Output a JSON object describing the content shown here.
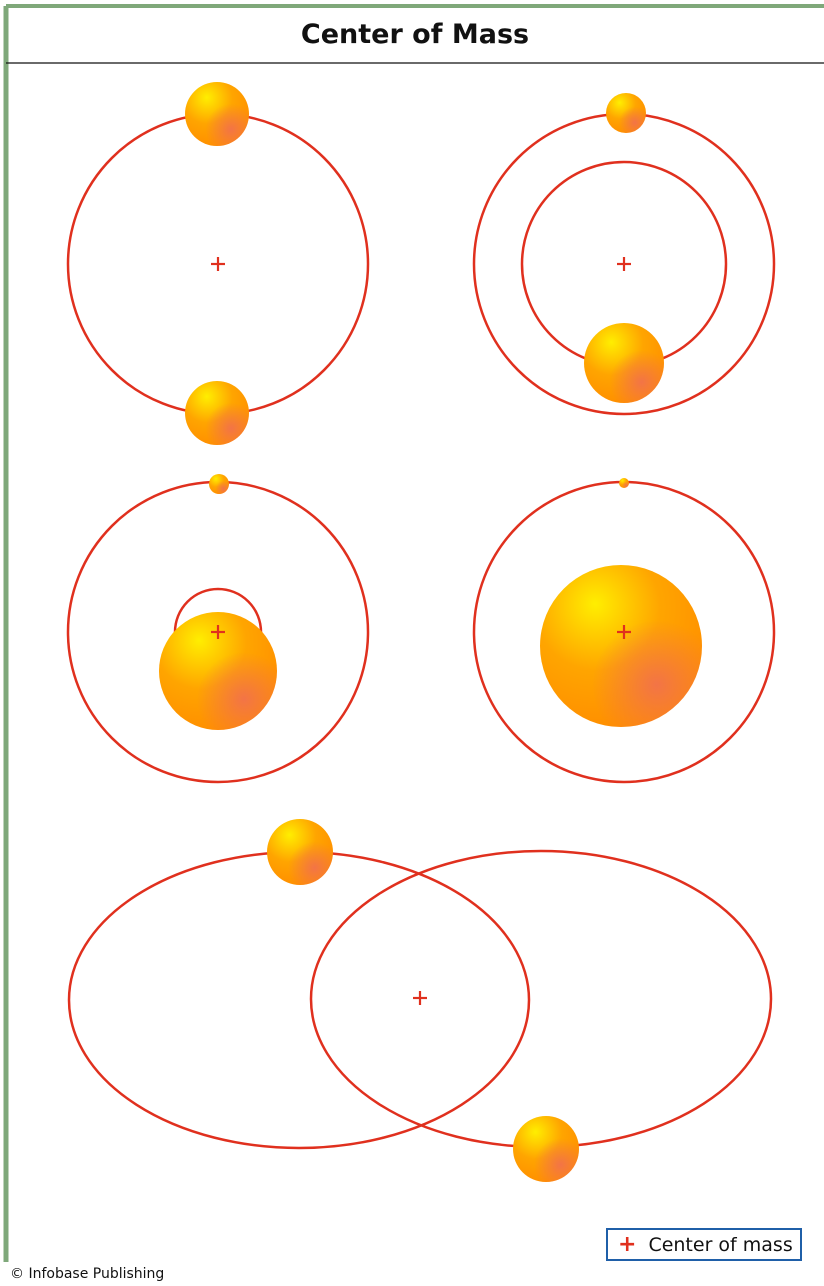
{
  "title": "Center of Mass",
  "legend": {
    "marker": "+",
    "label": "Center of mass"
  },
  "copyright": "© Infobase Publishing",
  "colors": {
    "frame": "#7fa87a",
    "orbit": "#e0301e",
    "center_marker": "#e0301e",
    "body_highlight": "#ffee00",
    "body_mid": "#ffa500",
    "body_shade": "#f2724a",
    "legend_border": "#1f5fa8"
  },
  "panels": [
    {
      "id": "equal-masses",
      "bodies": 2,
      "orbits": 1
    },
    {
      "id": "unequal-masses",
      "bodies": 2,
      "orbits": 2
    },
    {
      "id": "large-small-masses",
      "bodies": 2,
      "orbits": 2
    },
    {
      "id": "very-large-small-masses",
      "bodies": 2,
      "orbits": 1
    },
    {
      "id": "elliptical-orbits",
      "bodies": 2,
      "orbits": 2
    }
  ]
}
